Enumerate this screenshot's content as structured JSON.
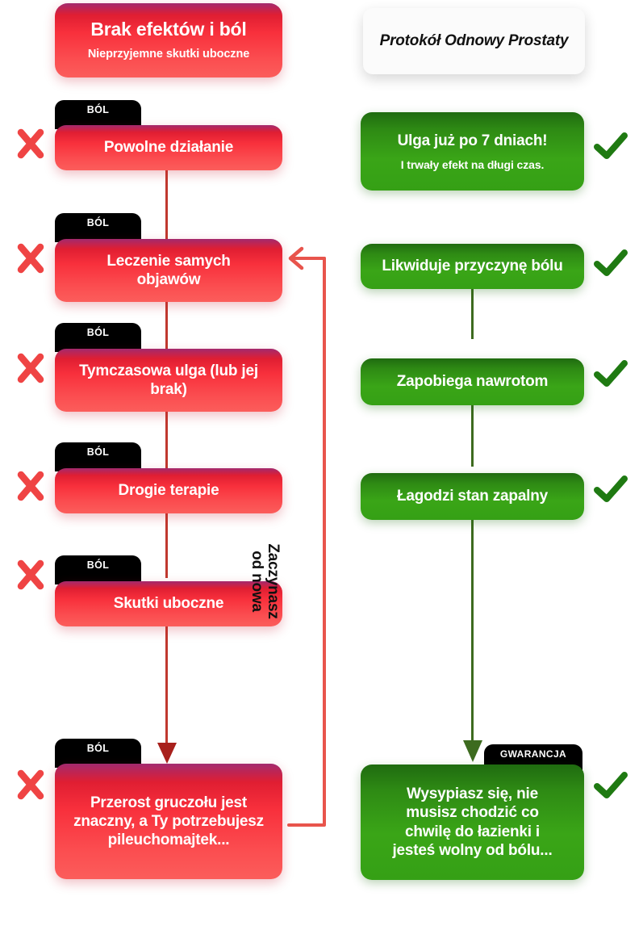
{
  "colors": {
    "red_accent": "#f8303c",
    "red_dark": "#a32a6e",
    "green_accent": "#3aa517",
    "green_dark": "#1f6b10",
    "badge_black": "#000000",
    "connector_red": "#c0392f",
    "connector_green": "#3d6b1f",
    "background": "#ffffff"
  },
  "left_column": {
    "header": {
      "title": "Brak efektów i ból",
      "subtitle": "Nieprzyjemne skutki uboczne"
    },
    "badge_label": "BÓL",
    "mark_icon": "cross-icon",
    "items": [
      {
        "badge": "BÓL",
        "text": "Powolne działanie"
      },
      {
        "badge": "BÓL",
        "text": "Leczenie samych objawów"
      },
      {
        "badge": "BÓL",
        "text": "Tymczasowa ulga (lub jej brak)"
      },
      {
        "badge": "BÓL",
        "text": "Drogie terapie"
      },
      {
        "badge": "BÓL",
        "text": "Skutki uboczne"
      },
      {
        "badge": "BÓL",
        "text": "Przerost gruczołu jest znaczny, a Ty potrzebujesz pileuchomajtek..."
      }
    ]
  },
  "right_column": {
    "header": {
      "title": "Protokół Odnowy Prostaty"
    },
    "mark_icon": "check-icon",
    "items": [
      {
        "badge": "",
        "text": "Ulga już po 7 dniach!",
        "subtext": "I trwały efekt na długi czas."
      },
      {
        "badge": "",
        "text": "Likwiduje przyczynę bólu",
        "subtext": ""
      },
      {
        "badge": "",
        "text": "Zapobiega nawrotom",
        "subtext": ""
      },
      {
        "badge": "",
        "text": "Łagodzi stan zapalny",
        "subtext": ""
      },
      {
        "badge": "GWARANCJA",
        "text": "Wysypiasz się, nie musisz chodzić co chwilę do łazienki i jesteś wolny od bólu...",
        "subtext": ""
      }
    ]
  },
  "loop": {
    "label": "Zaczynasz\nod nowa",
    "arrow_icon": "arrow-left-icon"
  },
  "arrows": {
    "left_down_icon": "arrow-down-icon",
    "right_down_icon": "arrow-down-icon"
  }
}
